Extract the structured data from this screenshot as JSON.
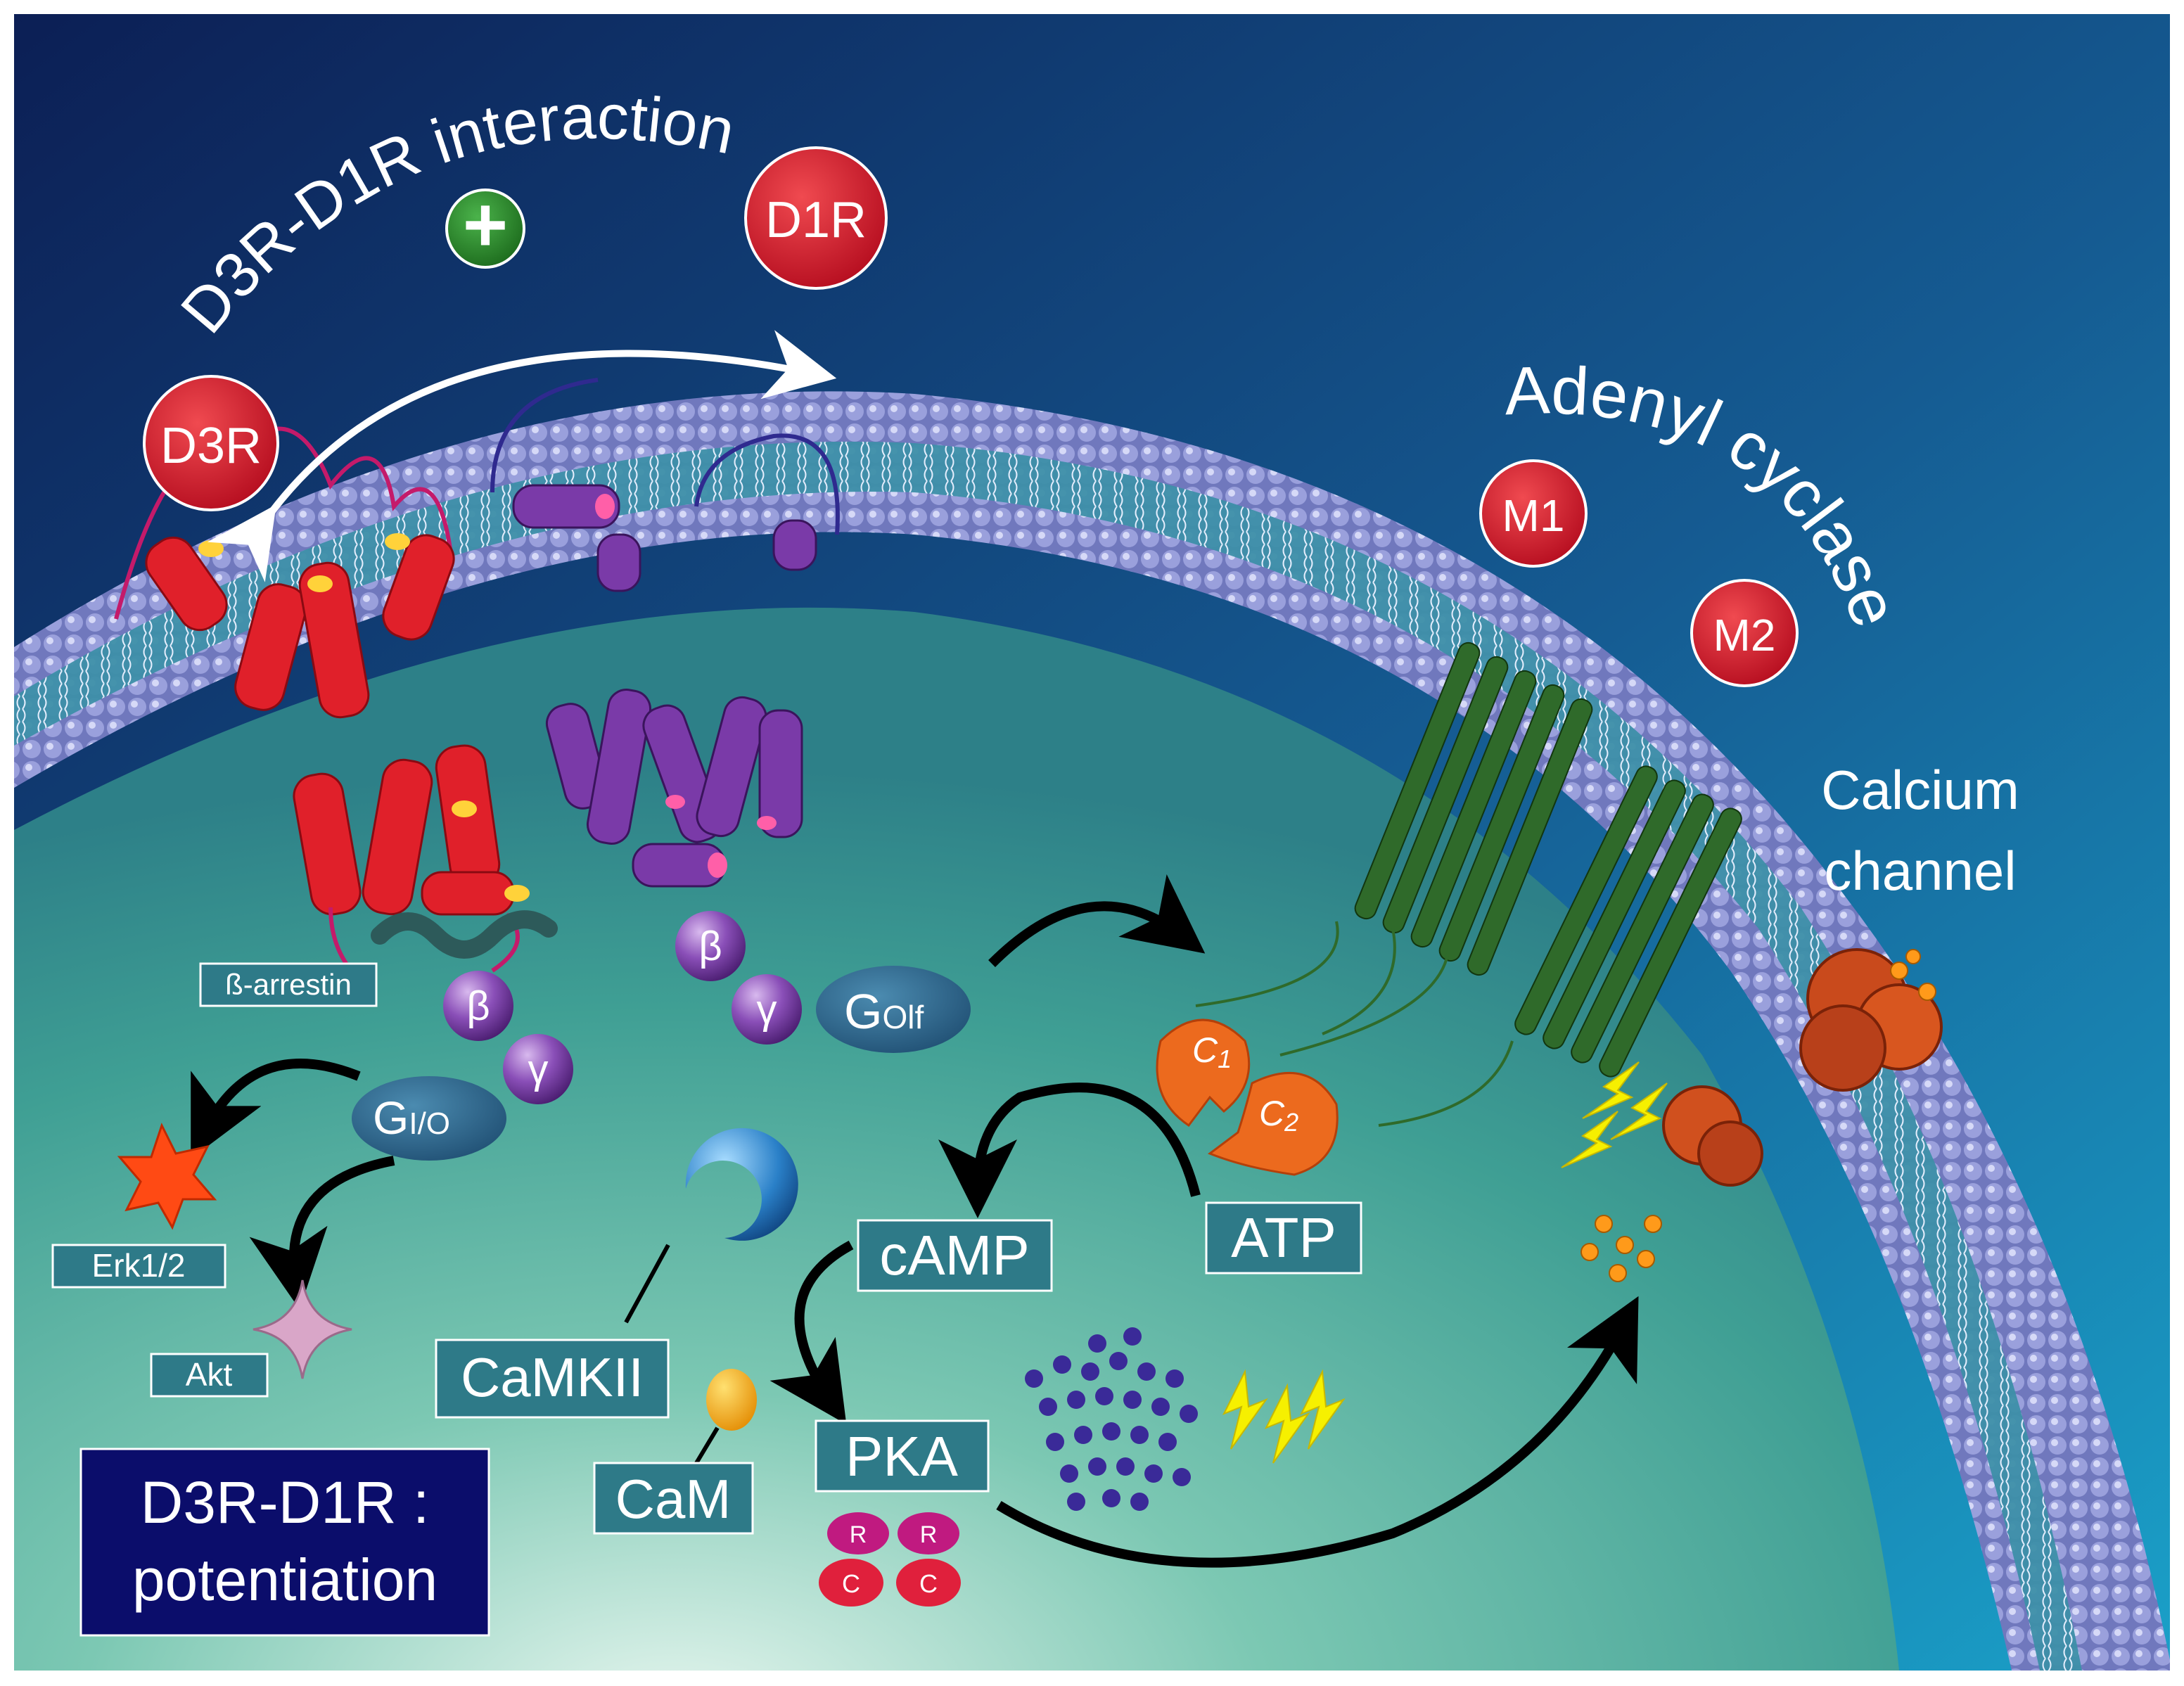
{
  "title": {
    "arc_text": "D3R-D1R interaction",
    "plus_symbol": "+"
  },
  "receptors": {
    "d3r": "D3R",
    "d1r": "D1R"
  },
  "adenyl_cyclase": {
    "arc_text": "Adenyl cyclase",
    "m1": "M1",
    "m2": "M2",
    "c1": "C",
    "c1_sub": "1",
    "c2": "C",
    "c2_sub": "2"
  },
  "calcium_channel": {
    "line1": "Calcium",
    "line2": "channel"
  },
  "g_proteins": {
    "beta": "β",
    "gamma": "γ",
    "g_olf_main": "G",
    "g_olf_sub": "Olf",
    "g_io_main": "G",
    "g_io_sub": "I/O"
  },
  "boxes": {
    "beta_arrestin": "ß-arrestin",
    "erk": "Erk1/2",
    "akt": "Akt",
    "camkii": "CaMKII",
    "cam": "CaM",
    "camp": "cAMP",
    "atp": "ATP",
    "pka": "PKA"
  },
  "pka_subunits": {
    "r": "R",
    "c": "C"
  },
  "summary": {
    "line1": "D3R-D1R :",
    "line2": "potentiation"
  },
  "colors": {
    "background_top": "#0c1f55",
    "background_mid": "#1a6aa0",
    "cytoplasm": "#4aa99a",
    "membrane_head": "#7f86cc",
    "receptor_red": "#e0202a",
    "receptor_purple": "#6a2f8f",
    "cyclase_green": "#2f6a2a",
    "label_box": "#2e7a88",
    "summary_box": "#0b0d6b",
    "badge_red": "#d0122a",
    "badge_green": "#2a8c2a"
  }
}
